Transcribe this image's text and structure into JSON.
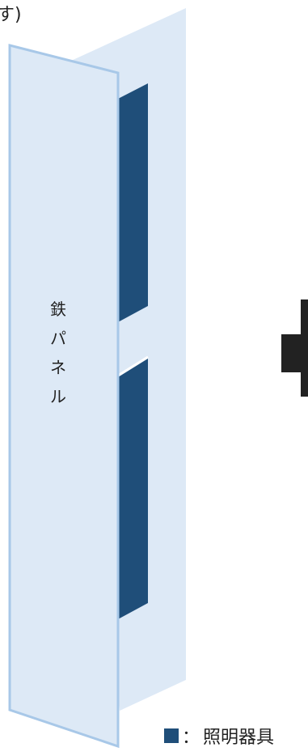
{
  "corner_text": "す)",
  "panel": {
    "label_chars": [
      "鉄",
      "パ",
      "ネ",
      "ル"
    ]
  },
  "legend": {
    "separator": "：",
    "label": "照明器具"
  },
  "colors": {
    "panel_fill": "#dde9f6",
    "panel_edge": "#a8c8e8",
    "fixture": "#1f4e79",
    "arrow": "#222222"
  },
  "icons": {
    "arrow": "right-arrow-icon",
    "legend_swatch": "square-swatch-icon"
  }
}
